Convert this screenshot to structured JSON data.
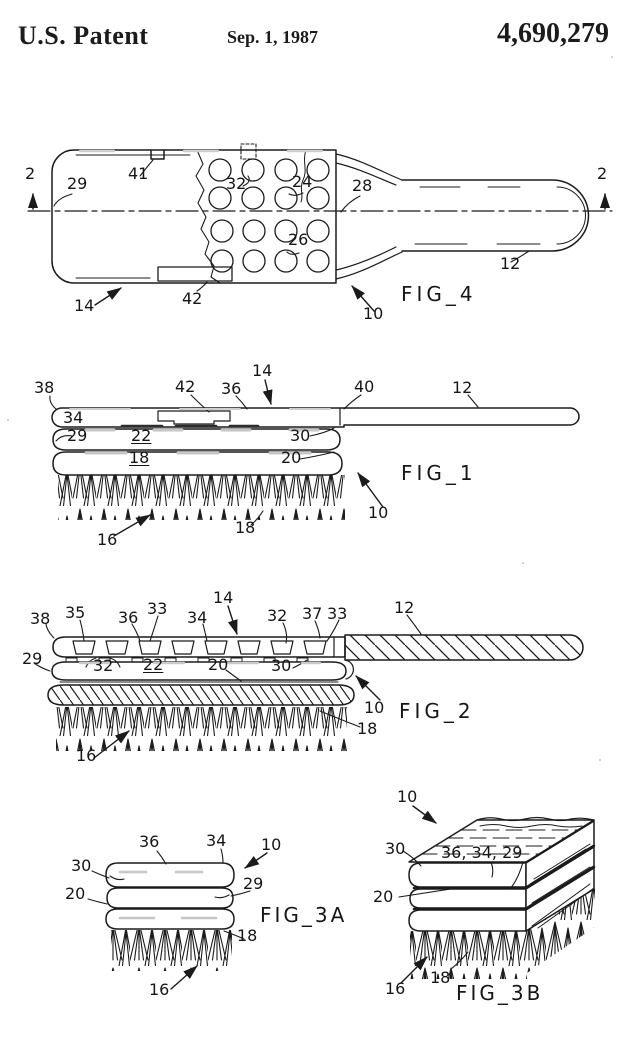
{
  "page": {
    "paper_color": "#ffffff",
    "ink_color": "#1b1b1b"
  },
  "header": {
    "title": "U.S. Patent",
    "date": "Sep. 1, 1987",
    "patent_number": "4,690,279"
  },
  "figures": {
    "fig4": {
      "caption": "FIG_4",
      "section_marker_left": "2",
      "section_marker_right": "2",
      "parts": {
        "p29": "29",
        "p41": "41",
        "p32": "32",
        "p24": "24",
        "p28": "28",
        "p26": "26",
        "p14": "14",
        "p42": "42",
        "p10": "10",
        "p12": "12"
      }
    },
    "fig1": {
      "caption": "FIG_1",
      "parts": {
        "p38": "38",
        "p42": "42",
        "p36": "36",
        "p14": "14",
        "p34": "34",
        "p29": "29",
        "p22": "22",
        "p30": "30",
        "p18_pad": "18",
        "p20": "20",
        "p16": "16",
        "p18_tuft": "18",
        "p40": "40",
        "p12": "12",
        "p10": "10"
      }
    },
    "fig2": {
      "caption": "FIG_2",
      "parts": {
        "p38": "38",
        "p35": "35",
        "p36": "36",
        "p33_left": "33",
        "p34": "34",
        "p14": "14",
        "p32_top": "32",
        "p37": "37",
        "p33_right": "33",
        "p29": "29",
        "p32_mid": "32",
        "p22": "22",
        "p20": "20",
        "p30": "30",
        "p16": "16",
        "p12": "12",
        "p10": "10",
        "p18": "18"
      }
    },
    "fig3a": {
      "caption": "FIG_3A",
      "parts": {
        "p36": "36",
        "p34": "34",
        "p10": "10",
        "p30": "30",
        "p29": "29",
        "p20": "20",
        "p18": "18",
        "p16": "16"
      }
    },
    "fig3b": {
      "caption": "FIG_3B",
      "parts": {
        "p10": "10",
        "p30": "30",
        "p36_34_29": "36, 34, 29",
        "p20": "20",
        "p16": "16",
        "p18": "18"
      }
    }
  }
}
